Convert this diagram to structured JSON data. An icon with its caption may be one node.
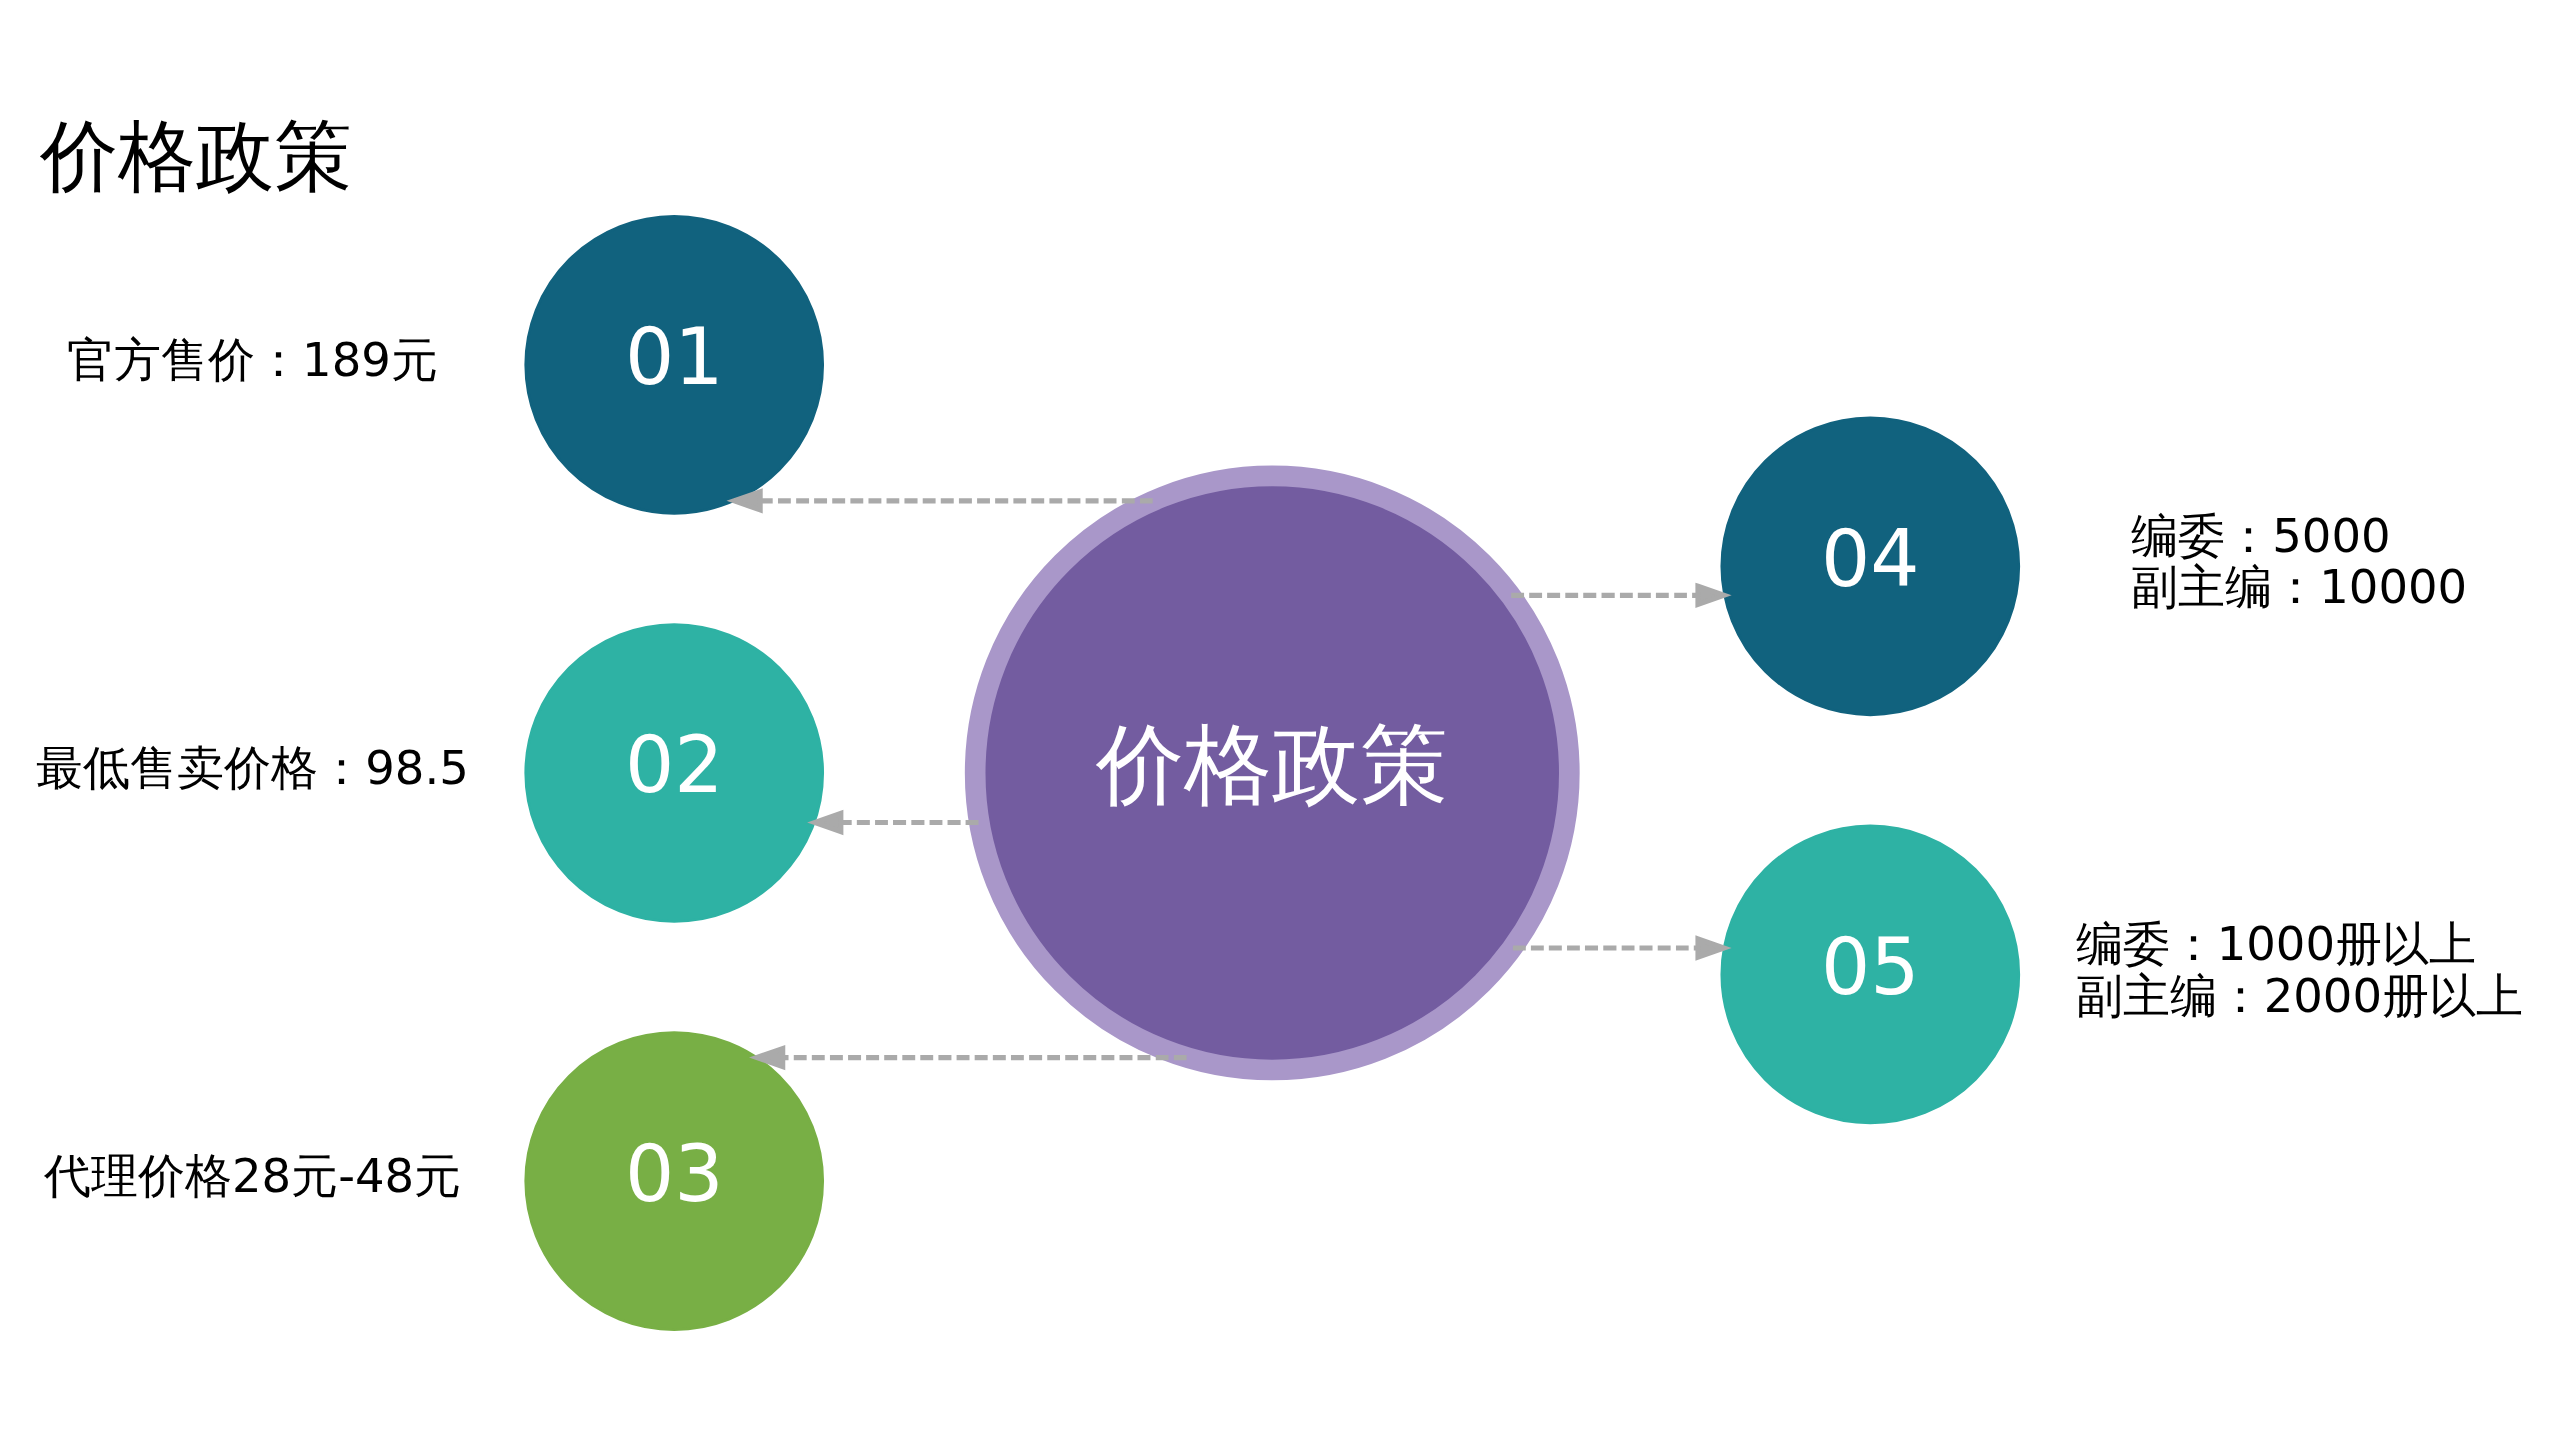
{
  "diagram": {
    "title": "价格政策",
    "nodes": [
      {
        "text": [
          "价格政策"
        ]
      },
      {
        "text": [
          "01"
        ],
        "beside": [
          "官方售价：189元"
        ]
      },
      {
        "text": [
          "02"
        ],
        "beside": [
          "最低售卖价格：98.5"
        ]
      },
      {
        "text": [
          "03"
        ],
        "beside": [
          "代理价格28元-48元"
        ]
      },
      {
        "text": [
          "04"
        ],
        "beside": [
          "编委：5000",
          "副主编：10000"
        ]
      },
      {
        "text": [
          "05"
        ],
        "beside": [
          "编委：1000册以上",
          "副主编：2000册以上"
        ]
      }
    ],
    "edges": [
      {
        "from": 0,
        "to": 1,
        "arrow": "to",
        "style": "dashed"
      },
      {
        "from": 0,
        "to": 2,
        "arrow": "to",
        "style": "dashed"
      },
      {
        "from": 0,
        "to": 3,
        "arrow": "to",
        "style": "dashed"
      },
      {
        "from": 0,
        "to": 4,
        "arrow": "to",
        "style": "dashed"
      },
      {
        "from": 0,
        "to": 5,
        "arrow": "to",
        "style": "dashed"
      }
    ]
  }
}
